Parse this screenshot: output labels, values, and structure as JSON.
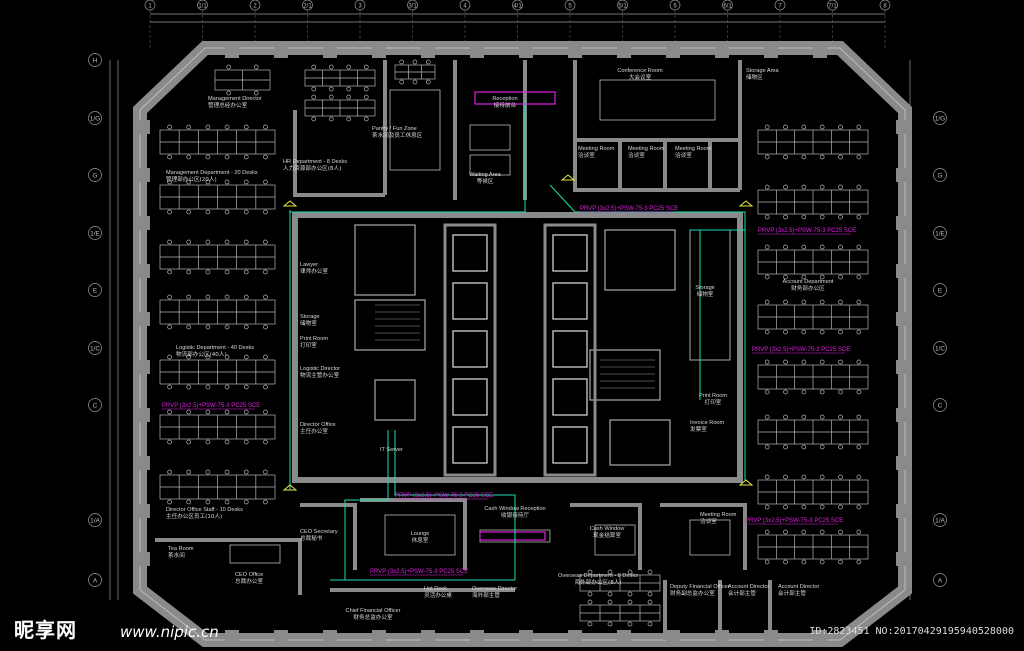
{
  "grid": {
    "top": [
      "1",
      "1/1",
      "2",
      "2/1",
      "3",
      "3/1",
      "4",
      "4/1",
      "5",
      "5/1",
      "6",
      "6/1",
      "7",
      "7/1",
      "8"
    ],
    "left": [
      "H",
      "1/G",
      "G",
      "1/E",
      "E",
      "1/C",
      "C",
      "1/A",
      "A"
    ],
    "right": [
      "1/G",
      "G",
      "1/E",
      "E",
      "1/C",
      "C",
      "1/A",
      "A"
    ]
  },
  "rooms": {
    "management_director": [
      "Management Director",
      "管理总经办公室"
    ],
    "hr": [
      "HR Department - 8 Desks",
      "人力资源部办公区(8人)"
    ],
    "pantry": [
      "Pantry / Fun Zone",
      "茶水间及员工休息区"
    ],
    "reception": [
      "Reception",
      "接待前台"
    ],
    "conference": [
      "Conference Room",
      "大会议室"
    ],
    "storage_area": [
      "Storage Area",
      "储物区"
    ],
    "meeting_1": [
      "Meeting Room",
      "洽谈室"
    ],
    "meeting_2": [
      "Meeting Room",
      "洽谈室"
    ],
    "meeting_3": [
      "Meeting Room",
      "洽谈室"
    ],
    "waiting": [
      "Waiting Area",
      "等候区"
    ],
    "management_dept": [
      "Management Department - 20 Desks",
      "管理部办公区(20人)"
    ],
    "lawyer": [
      "Lawyer",
      "律师办公室"
    ],
    "storage_room": [
      "Storage",
      "储物室"
    ],
    "print_room_left": [
      "Print Room",
      "打印室"
    ],
    "logistic_director": [
      "Logistic Director",
      "物流主管办公室"
    ],
    "director_office": [
      "Director Office",
      "主任办公室"
    ],
    "it_server": [
      "IT Server",
      ""
    ],
    "logistic_dept": [
      "Logistic Department - 40 Desks",
      "物流部办公区(40人)"
    ],
    "storage_right": [
      "Storage",
      "储物室"
    ],
    "print_room_right": [
      "Print Room",
      "打印室"
    ],
    "invoice_room": [
      "Invoice Room",
      "发票室"
    ],
    "account_dept": [
      "Account Department",
      "财务部办公区"
    ],
    "director_office_staff": [
      "Director Office Staff - 10 Desks",
      "主任办公区员工(10人)"
    ],
    "ceo_secretary": [
      "CEO Secretary",
      "总裁秘书"
    ],
    "lounge": [
      "Lounge",
      "休息室"
    ],
    "cash_window_reception": [
      "Cash Window Reception",
      "收银接待厅"
    ],
    "cash_window": [
      "Cash Window",
      "现金结算室"
    ],
    "meeting_room_br": [
      "Meeting Room",
      "洽谈室"
    ],
    "tea_room": [
      "Tea Room",
      "茶水间"
    ],
    "ceo_office": [
      "CEO Office",
      "总裁办公室"
    ],
    "cfo": [
      "Chief Financial Officer",
      "财务总监办公室"
    ],
    "hot_desk": [
      "Hot Desk",
      "灵活办公桌"
    ],
    "overseas_director": [
      "Overseas Director",
      "海外部主管"
    ],
    "overseas_dept": [
      "Overseas Department - 8 Desks",
      "海外部办公区(8人)"
    ],
    "deputy_fin": [
      "Deputy Financial Officer",
      "财务副总监办公室"
    ],
    "account_director_1": [
      "Account Director",
      "会计部主管"
    ],
    "account_director_2": [
      "Account Director",
      "会计部主管"
    ]
  },
  "cable_label": "PRVP (3x2.5)+PSW-75-3 PC25 SCE",
  "colors": {
    "wall": "#7e7e7e",
    "line": "#a8a8a8",
    "text": "#d8d8d8",
    "cable": "#1de0b0",
    "label": "#e020e0"
  },
  "watermark": {
    "logo": "昵享网",
    "url": "www.nipic.cn",
    "id": "ID:2823451 NO:20170429195940528000"
  }
}
